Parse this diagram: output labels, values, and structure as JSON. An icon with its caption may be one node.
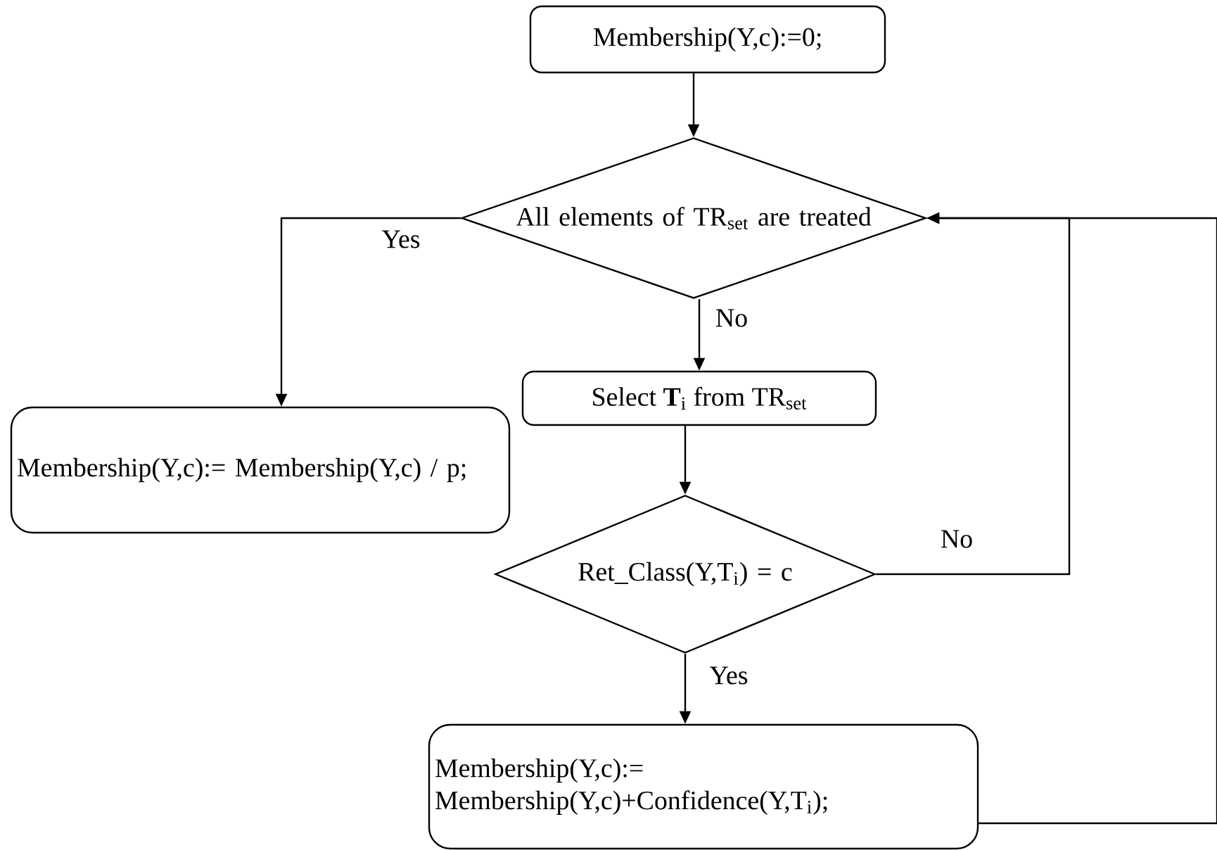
{
  "diagram": {
    "nodes": [
      {
        "text": [
          "Membership(Y,c):=0;"
        ]
      },
      {
        "text": [
          "All elements of TR$_{set}$ are treated"
        ]
      },
      {
        "text": [
          "Select **T**$_{i}$ from TR$_{set}$"
        ]
      },
      {
        "text": [
          "Membership(Y,c):= Membership(Y,c) / p;"
        ]
      },
      {
        "text": [
          "Ret_Class(Y,T$_{i}$) = c"
        ]
      },
      {
        "text": [
          "Membership(Y,c):= Membership(Y,c)+Confidence(Y,T$_{i}$);"
        ]
      }
    ],
    "edges": [
      {
        "from": 0,
        "to": 1,
        "arrow": "to"
      },
      {
        "from": 1,
        "to": 3,
        "arrow": "to",
        "label": "Yes"
      },
      {
        "from": 1,
        "to": 2,
        "arrow": "to",
        "label": "No"
      },
      {
        "from": 2,
        "to": 4,
        "arrow": "to"
      },
      {
        "from": 4,
        "to": 1,
        "arrow": "to",
        "label": "No"
      },
      {
        "from": 4,
        "to": 5,
        "arrow": "to",
        "label": "Yes"
      },
      {
        "from": 5,
        "to": 1,
        "arrow": "to"
      }
    ]
  }
}
